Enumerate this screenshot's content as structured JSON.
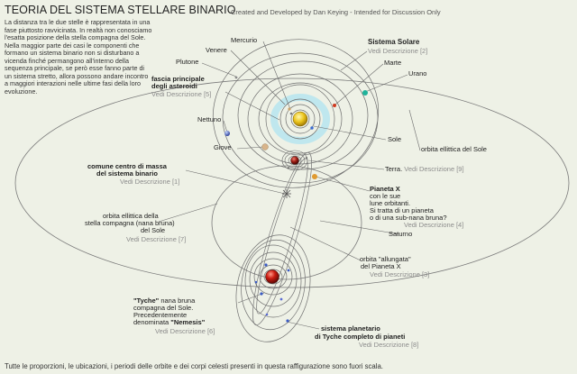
{
  "header": {
    "title": "TEORIA DEL SISTEMA STELLARE BINARIO",
    "credit": "Created and Developed by Dan Keying - Intended for Discussion Only"
  },
  "intro": "La distanza tra le due stelle è rappresentata in una fase piuttosto ravvicinata. In realtà non conosciamo l'esatta posizione della stella compagna del Sole. Nella maggior parte dei casi le componenti che formano un sistema binario non si disturbano a vicenda finché permangono all'interno della sequenza principale, se però esse fanno parte di un sistema stretto, allora possono andare incontro a maggiori interazioni nelle ultime fasi della loro evoluzione.",
  "labels": {
    "mercurio": "Mercurio",
    "venere": "Venere",
    "plutone": "Plutone",
    "asteroidi": [
      "fascia principale",
      "degli asteroidi"
    ],
    "asteroidi_link": "Vedi Descrizione [5]",
    "sistema_solare": "Sistema Solare",
    "sistema_solare_link": "Vedi Descrizione [2]",
    "marte": "Marte",
    "urano": "Urano",
    "nettuno": "Nettuno",
    "giove": "Giove",
    "sole": "Sole",
    "orbita_sole": "orbita ellittica del Sole",
    "centro_massa": [
      "comune centro di massa",
      "del sistema binario"
    ],
    "centro_massa_link": "Vedi Descrizione [1]",
    "terra": "Terra.",
    "terra_link": "Vedi Descrizione [9]",
    "pianeta_x": [
      "Pianeta X",
      "con le sue",
      "lune orbitanti.",
      "Si tratta di un pianeta",
      "o di una sub-nana bruna?"
    ],
    "pianeta_x_link": "Vedi Descrizione [4]",
    "orbita_compagna": [
      "orbita ellittica della",
      "stella compagna (nana bruna)",
      "del Sole"
    ],
    "orbita_compagna_link": "Vedi Descrizione [7]",
    "saturno": "Saturno",
    "orbita_x": [
      "orbita \"allungata\"",
      "del Pianeta X"
    ],
    "orbita_x_link": "Vedi Descrizione [3]",
    "tyche_name": "\"Tyche\"",
    "tyche": [
      " nana bruna",
      "compagna del Sole.",
      "Precedentemente",
      "denominata "
    ],
    "nemesis": "\"Nemesis\"",
    "tyche_link": "Vedi Descrizione [6]",
    "sistema_tyche": [
      "sistema planetario",
      "di Tyche completo di pianeti"
    ],
    "sistema_tyche_link": "Vedi Descrizione [8]"
  },
  "footer": "Tutte le proporzioni, le ubicazioni, i periodi delle orbite e dei corpi celesti presenti in questa raffigurazione sono fuori scala.",
  "colors": {
    "background": "#eef1e6",
    "orbit_line": "#777777",
    "sun": "#e6c21a",
    "tyche": "#c41c12",
    "planet_x": "#8a1a14",
    "asteroid_glow": "#b9e6ee"
  }
}
